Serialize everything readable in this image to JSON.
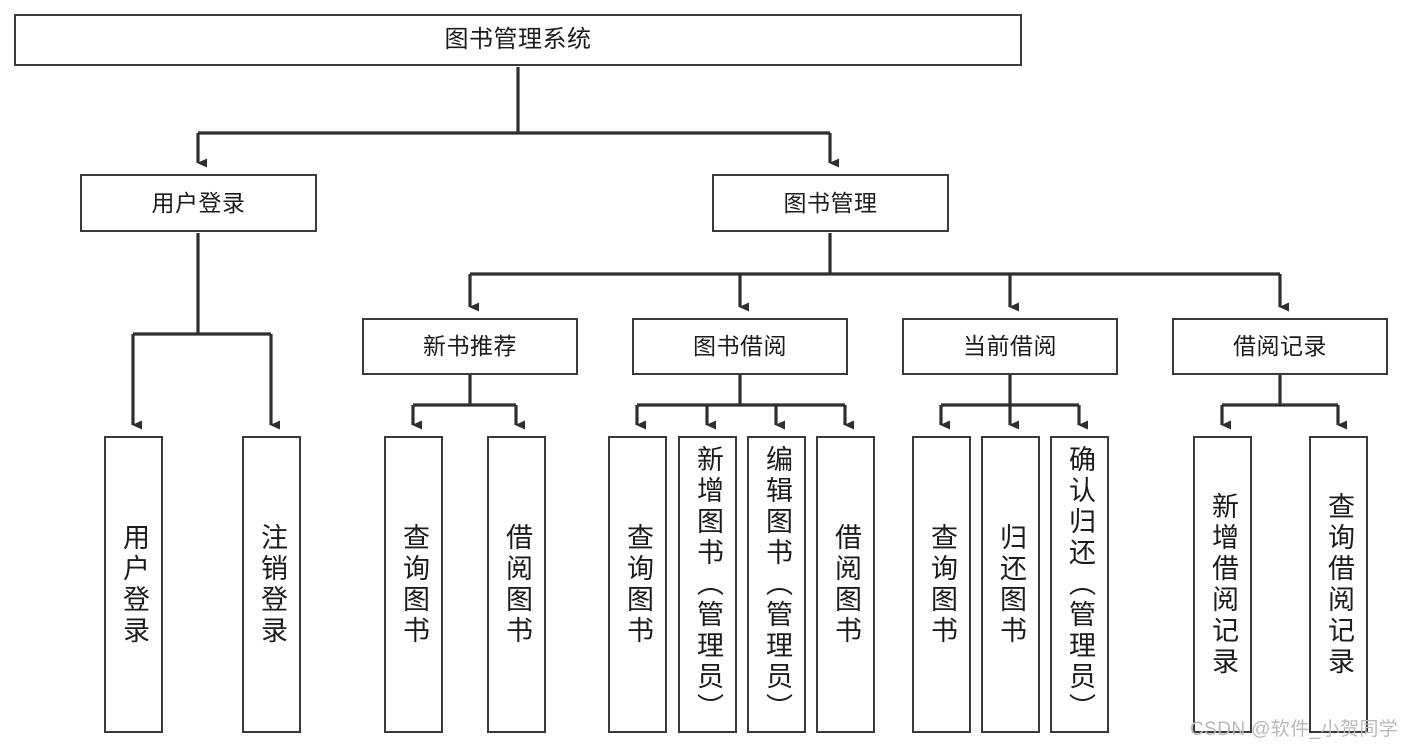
{
  "diagram": {
    "type": "tree-hierarchy",
    "title": "图书管理系统",
    "root": {
      "id": "root",
      "label": "图书管理系统",
      "level": 0
    },
    "level1": [
      {
        "id": "user-login",
        "label": "用户登录"
      },
      {
        "id": "book-management",
        "label": "图书管理"
      }
    ],
    "level2": [
      {
        "id": "new-book-recommend",
        "label": "新书推荐",
        "parent": "book-management"
      },
      {
        "id": "book-borrow",
        "label": "图书借阅",
        "parent": "book-management"
      },
      {
        "id": "current-borrow",
        "label": "当前借阅",
        "parent": "book-management"
      },
      {
        "id": "borrow-record",
        "label": "借阅记录",
        "parent": "book-management"
      }
    ],
    "leaves": {
      "user_login": [
        {
          "id": "leaf-user-login",
          "label": "用户登录"
        },
        {
          "id": "leaf-logout-login",
          "label": "注销登录"
        }
      ],
      "new_book_recommend": [
        {
          "id": "leaf-query-book-1",
          "label": "查询图书"
        },
        {
          "id": "leaf-borrow-book-1",
          "label": "借阅图书"
        }
      ],
      "book_borrow": [
        {
          "id": "leaf-query-book-2",
          "label": "查询图书"
        },
        {
          "id": "leaf-add-book",
          "label": "新增图书（管理员）"
        },
        {
          "id": "leaf-edit-book",
          "label": "编辑图书（管理员）"
        },
        {
          "id": "leaf-borrow-book-2",
          "label": "借阅图书"
        }
      ],
      "current_borrow": [
        {
          "id": "leaf-query-book-3",
          "label": "查询图书"
        },
        {
          "id": "leaf-return-book",
          "label": "归还图书"
        },
        {
          "id": "leaf-confirm-return",
          "label": "确认归还（管理员）"
        }
      ],
      "borrow_record": [
        {
          "id": "leaf-add-record",
          "label": "新增借阅记录"
        },
        {
          "id": "leaf-query-record",
          "label": "查询借阅记录"
        }
      ]
    },
    "colors": {
      "border": "#3a3a3a",
      "text": "#1c1c1c",
      "background": "#ffffff",
      "connector": "#2f2f2f",
      "watermark": "#b9b9b9"
    }
  },
  "watermark": {
    "text": "CSDN @软件_小贺同学"
  }
}
